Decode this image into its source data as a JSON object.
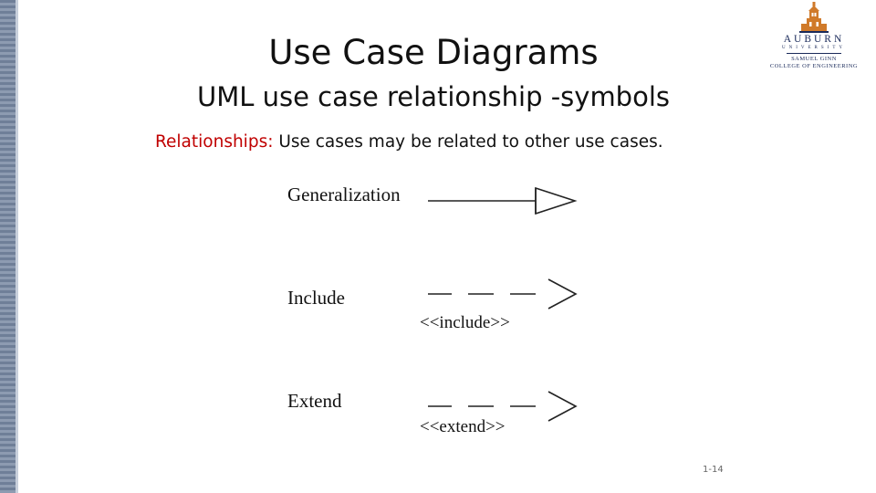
{
  "slide": {
    "title": "Use Case Diagrams",
    "subtitle": "UML use case relationship -symbols",
    "lead_term": "Relationships:",
    "lead_text": " Use cases may be related to other use cases.",
    "page_number": "1-14"
  },
  "logo": {
    "name": "AUBURN",
    "university": "UNIVERSITY",
    "college_line1": "SAMUEL GINN",
    "college_line2": "COLLEGE OF ENGINEERING"
  },
  "diagram": {
    "relationships": [
      {
        "label": "Generalization",
        "line": "solid",
        "arrowhead": "hollow-triangle",
        "stereotype": ""
      },
      {
        "label": "Include",
        "line": "dashed",
        "arrowhead": "open",
        "stereotype": "<<include>>"
      },
      {
        "label": "Extend",
        "line": "dashed",
        "arrowhead": "open",
        "stereotype": "<<extend>>"
      }
    ]
  },
  "colors": {
    "accent_red": "#c00000",
    "logo_orange": "#d07a2a",
    "logo_navy": "#1a2a5a"
  }
}
